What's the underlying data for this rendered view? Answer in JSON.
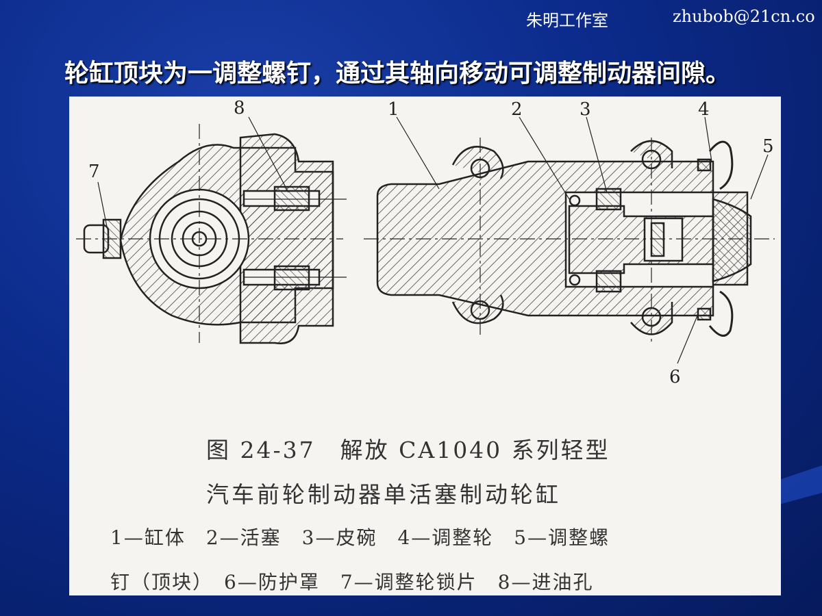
{
  "header": {
    "studio": "朱明工作室",
    "email": "zhubob@21cn.co"
  },
  "slide": {
    "title": "轮缸顶块为一调整螺钉，通过其轴向移动可调整制动器间隙。"
  },
  "figure": {
    "labels": [
      "1",
      "2",
      "3",
      "4",
      "5",
      "6",
      "7",
      "8"
    ],
    "caption_title": "图 24-37　解放 CA1040 系列轻型",
    "caption_subtitle": "汽车前轮制动器单活塞制动轮缸",
    "legend_line1": "1—缸体　2—活塞　3—皮碗　4—调整轮　5—调整螺",
    "legend_line2": "钉（顶块）　6—防护罩　7—调整轮锁片　8—进油孔"
  },
  "colors": {
    "background": "#0b2a8a",
    "panel": "#f6f4f0",
    "ink": "#222222"
  }
}
